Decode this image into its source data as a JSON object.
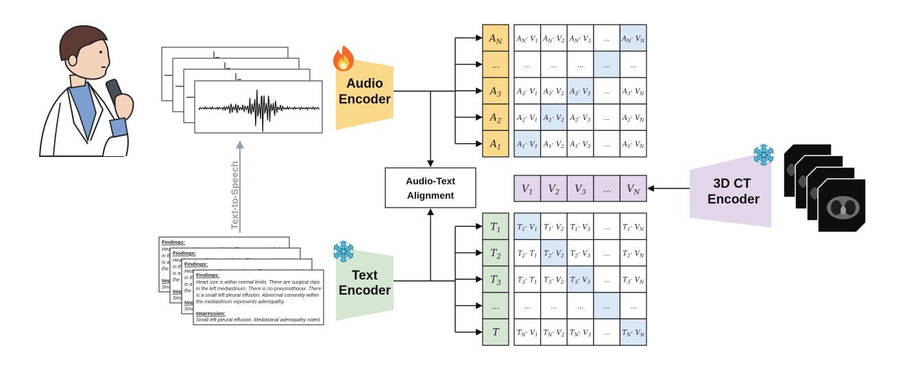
{
  "colors": {
    "audio": "#fbd98a",
    "text": "#d5e6d2",
    "ct": "#e2d6ea",
    "diag": "#dae7f7",
    "line": "#111111",
    "tts_arrow": "#8fa1b8"
  },
  "speaker": {
    "icon": "doctor-speaking-into-recorder-icon"
  },
  "audio_encoder": {
    "line1": "Audio",
    "line2": "Encoder",
    "state_icon": "flame-icon",
    "state": "trainable"
  },
  "text_encoder": {
    "line1": "Text",
    "line2": "Encoder",
    "state_icon": "snowflake-icon",
    "state": "frozen"
  },
  "ct_encoder": {
    "line1": "3D CT",
    "line2": "Encoder",
    "state_icon": "snowflake-icon",
    "state": "frozen"
  },
  "tts_label": "Text-to-Speech",
  "alignment": {
    "line1": "Audio-Text",
    "line2": "Alignment"
  },
  "report": {
    "findings_label": "Findings:",
    "findings_lines": [
      "Heart size is within normal limits. There are surgical clips",
      "in the left mediastinum. There is no pneumothorax. There",
      "is a small left pleural effusion. Abnormal convexity within",
      "the mediastinum represents adenopathy."
    ],
    "impression_label": "Impression:",
    "impression_lines": [
      "Small left pleural effusion. Mediastinal adenopathy noted."
    ]
  },
  "audio_column": [
    {
      "base": "A",
      "sub": "N"
    },
    {
      "base": "...",
      "sub": ""
    },
    {
      "base": "A",
      "sub": "3"
    },
    {
      "base": "A",
      "sub": "2"
    },
    {
      "base": "A",
      "sub": "1"
    }
  ],
  "audio_matrix": {
    "rows": [
      [
        "A_N·V_1",
        "A_N·V_2",
        "A_N·V_3",
        "...",
        "A_N·V_N"
      ],
      [
        "...",
        "...",
        "...",
        "...",
        "..."
      ],
      [
        "A_3·V_1",
        "A_3·V_2",
        "A_3·V_3",
        "...",
        "A_3·V_N"
      ],
      [
        "A_2·V_1",
        "A_2·V_2",
        "A_2·V_3",
        "...",
        "A_2·V_N"
      ],
      [
        "A_1·V_1",
        "A_1·V_2",
        "A_1·V_3",
        "...",
        "A_1·V_N"
      ]
    ],
    "highlight": [
      [
        0,
        4
      ],
      [
        1,
        3
      ],
      [
        2,
        2
      ],
      [
        3,
        1
      ],
      [
        4,
        0
      ]
    ]
  },
  "visual_row": [
    {
      "base": "V",
      "sub": "1"
    },
    {
      "base": "V",
      "sub": "2"
    },
    {
      "base": "V",
      "sub": "3"
    },
    {
      "base": "...",
      "sub": ""
    },
    {
      "base": "V",
      "sub": "N"
    }
  ],
  "text_column": [
    {
      "base": "T",
      "sub": "1"
    },
    {
      "base": "T",
      "sub": "2"
    },
    {
      "base": "T",
      "sub": "3"
    },
    {
      "base": "...",
      "sub": ""
    },
    {
      "base": "T",
      "sub": ""
    }
  ],
  "text_matrix": {
    "rows": [
      [
        "T_1·V_1",
        "T_1·V_2",
        "T_1·V_3",
        "...",
        "T_1·V_N"
      ],
      [
        "T_2·T_1",
        "T_2·V_2",
        "T_2·V_3",
        "...",
        "T_2·V_N"
      ],
      [
        "T_3·T_1",
        "T_3·V_2",
        "T_3·V_3",
        "...",
        "T_3·V_N"
      ],
      [
        "...",
        "...",
        "...",
        "...",
        "..."
      ],
      [
        "T_N·V_1",
        "T_N·V_2",
        "T_N·V_3",
        "...",
        "T_N·V_N"
      ]
    ],
    "highlight": [
      [
        0,
        0
      ],
      [
        1,
        1
      ],
      [
        2,
        2
      ],
      [
        3,
        3
      ],
      [
        4,
        4
      ]
    ]
  }
}
